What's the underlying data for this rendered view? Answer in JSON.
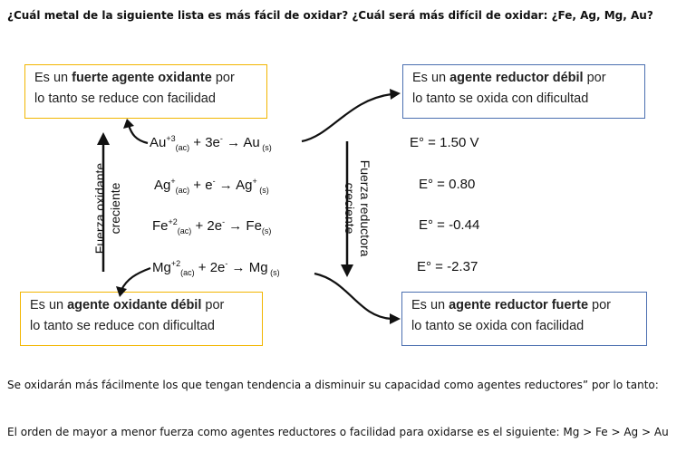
{
  "question": "¿Cuál metal de la siguiente lista es más fácil de oxidar? ¿Cuál será más difícil de oxidar: ¿Fe, Ag, Mg, Au?",
  "boxes": {
    "top_left": {
      "pre": "Es un ",
      "bold": "fuerte agente oxidante",
      "post": " por",
      "line2": "lo tanto se reduce con facilidad"
    },
    "top_right": {
      "pre": "Es un ",
      "bold": "agente reductor débil",
      "post": " por",
      "line2": "lo tanto se oxida con dificultad"
    },
    "bottom_left": {
      "pre": "Es un ",
      "bold": "agente oxidante débil",
      "post": " por",
      "line2": "lo tanto se reduce con dificultad"
    },
    "bottom_right": {
      "pre": "Es un ",
      "bold": "agente reductor fuerte",
      "post": " por",
      "line2": "lo tanto se oxida con facilidad"
    }
  },
  "reactions": [
    {
      "ion": "Au",
      "charge": "+3",
      "state": "(ac)",
      "electrons": " + 3e",
      "esup": "-",
      "arrow": " → ",
      "product": "Au",
      "pstate": " (s)",
      "potential": "E° = 1.50 V"
    },
    {
      "ion": "Ag",
      "charge": "+",
      "state": "(ac)",
      "electrons": " + e",
      "esup": "-",
      "arrow": " → ",
      "product": "Ag",
      "psup": "+",
      "pstate": " (s)",
      "potential": "E° = 0.80"
    },
    {
      "ion": "Fe",
      "charge": "+2",
      "state": "(ac)",
      "electrons": " + 2e",
      "esup": "-",
      "arrow": " → ",
      "product": "Fe",
      "pstate": "(s)",
      "potential": "E° = -0.44"
    },
    {
      "ion": "Mg",
      "charge": "+2",
      "state": "(ac)",
      "electrons": " + 2e",
      "esup": "-",
      "arrow": " → ",
      "product": "Mg",
      "pstate": " (s)",
      "potential": "E° = -2.37"
    }
  ],
  "labels": {
    "oxidant_line1": "Fuerza oxidante",
    "oxidant_line2": "creciente",
    "reductor_line1": "Fuerza reductora",
    "reductor_line2": "creciente"
  },
  "paragraphs": {
    "p1": "Se oxidarán más fácilmente los que tengan tendencia a disminuir su capacidad como agentes reductores” por lo tanto:",
    "p2": " El orden de mayor a menor fuerza como agentes reductores o facilidad para oxidarse es el siguiente: Mg > Fe > Ag > Au"
  },
  "colors": {
    "yellow_border": "#f2b600",
    "blue_border": "#4b6fb0"
  }
}
